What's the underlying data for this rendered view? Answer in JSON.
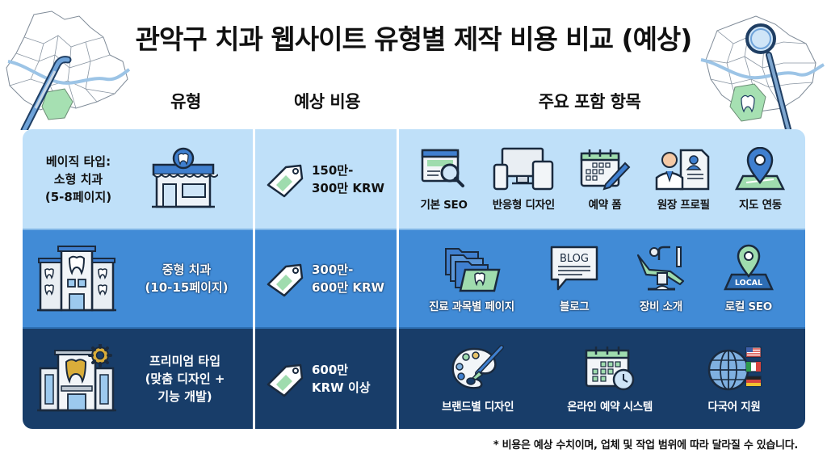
{
  "title": "관악구 치과 웹사이트 유형별 제작 비용 비교 (예상)",
  "headers": {
    "type": "유형",
    "cost": "예상 비용",
    "items": "주요 포함 항목"
  },
  "rows": [
    {
      "type_lines": [
        "베이직 타입:",
        "소형 치과",
        "(5-8페이지)"
      ],
      "type_icon": "small-dental-shop-icon",
      "cost_lines": [
        "150만-",
        "300만 KRW"
      ],
      "cost_icon": "price-tag-icon",
      "background": "#bfe0f9",
      "items": [
        {
          "label": "기본 SEO",
          "icon": "browser-magnifier-icon"
        },
        {
          "label": "반응형 디자인",
          "icon": "responsive-devices-icon"
        },
        {
          "label": "예약 폼",
          "icon": "calendar-pen-icon"
        },
        {
          "label": "원장 프로필",
          "icon": "doctor-profile-icon"
        },
        {
          "label": "지도 연동",
          "icon": "map-pin-icon"
        }
      ]
    },
    {
      "type_lines": [
        "중형 치과",
        "(10-15페이지)"
      ],
      "type_icon": "dental-building-icon",
      "cost_lines": [
        "300만-",
        "600만 KRW"
      ],
      "cost_icon": "price-tag-icon",
      "background": "#418bd6",
      "items": [
        {
          "label": "진료 과목별 페이지",
          "icon": "tooth-folders-icon"
        },
        {
          "label": "블로그",
          "icon": "blog-bubble-icon",
          "icon_text": "BLOG"
        },
        {
          "label": "장비 소개",
          "icon": "dental-chair-icon"
        },
        {
          "label": "로컬 SEO",
          "icon": "local-map-pin-icon",
          "icon_text": "LOCAL"
        }
      ]
    },
    {
      "type_lines": [
        "프리미엄 타입",
        "(맞춤 디자인 +",
        "기능 개발)"
      ],
      "type_icon": "premium-building-gear-icon",
      "cost_lines": [
        "600만",
        "KRW 이상"
      ],
      "cost_icon": "price-tag-icon",
      "background": "#183d69",
      "items": [
        {
          "label": "브랜드별 디자인",
          "icon": "palette-brush-icon"
        },
        {
          "label": "온라인 예약 시스템",
          "icon": "calendar-clock-icon"
        },
        {
          "label": "다국어 지원",
          "icon": "globe-flags-icon"
        }
      ]
    }
  ],
  "footnote": "* 비용은 예상 수치이며, 업체 및 작업 범위에 따라 달라질 수 있습니다.",
  "decorations": {
    "left": "seoul-map-dental-explorer-icon",
    "right": "seoul-map-dental-mirror-icon"
  },
  "colors": {
    "row1": "#bfe0f9",
    "row2": "#418bd6",
    "row3": "#183d69",
    "accent_green": "#9fdcae",
    "icon_blue": "#3f7fcf"
  }
}
